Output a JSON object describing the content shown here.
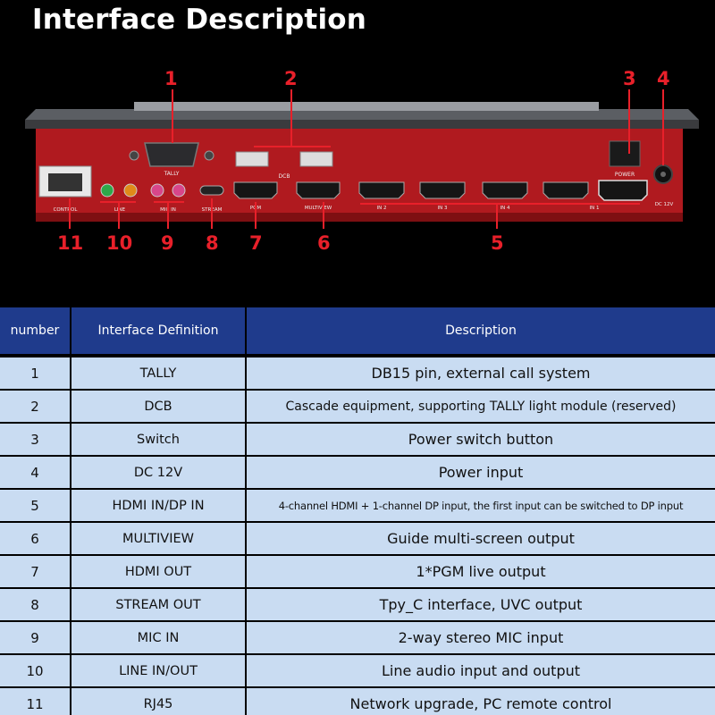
{
  "title": "Interface Description",
  "callouts": [
    "1",
    "2",
    "3",
    "4",
    "5",
    "6",
    "7",
    "8",
    "9",
    "10",
    "11"
  ],
  "device": {
    "port_labels": {
      "tally": "TALLY",
      "dcb": "DCB",
      "power": "POWER",
      "dc": "DC 12V",
      "control": "CONTROL",
      "line": "LINE",
      "mic": "MIC IN",
      "stream": "STREAM",
      "pgm": "PGM",
      "multiview": "MULTIVIEW",
      "in2": "IN 2",
      "in3": "IN 3",
      "in4": "IN 4",
      "in1": "IN 1"
    },
    "colors": {
      "chassis": "#b01a1f",
      "chassis_dark": "#7e0f12",
      "callout": "#e8202a",
      "jack_green": "#2fa84a",
      "jack_orange": "#e08a1a",
      "jack_pink": "#d8468a"
    }
  },
  "table": {
    "headers": {
      "number": "number",
      "definition": "Interface Definition",
      "description": "Description"
    },
    "rows": [
      {
        "number": "1",
        "definition": "TALLY",
        "description": "DB15 pin, external call system"
      },
      {
        "number": "2",
        "definition": "DCB",
        "description": "Cascade equipment, supporting TALLY light module (reserved)"
      },
      {
        "number": "3",
        "definition": "Switch",
        "description": "Power switch button"
      },
      {
        "number": "4",
        "definition": "DC 12V",
        "description": "Power input"
      },
      {
        "number": "5",
        "definition": "HDMI IN/DP IN",
        "description": "4-channel HDMI + 1-channel DP input, the first input can be switched to DP input"
      },
      {
        "number": "6",
        "definition": "MULTIVIEW",
        "description": "Guide multi-screen output"
      },
      {
        "number": "7",
        "definition": "HDMI OUT",
        "description": "1*PGM live output"
      },
      {
        "number": "8",
        "definition": "STREAM OUT",
        "description": "Tpy_C interface, UVC output"
      },
      {
        "number": "9",
        "definition": "MIC IN",
        "description": "2-way stereo MIC input"
      },
      {
        "number": "10",
        "definition": "LINE IN/OUT",
        "description": "Line audio input and output"
      },
      {
        "number": "11",
        "definition": "RJ45",
        "description": "Network upgrade, PC remote control"
      }
    ]
  }
}
